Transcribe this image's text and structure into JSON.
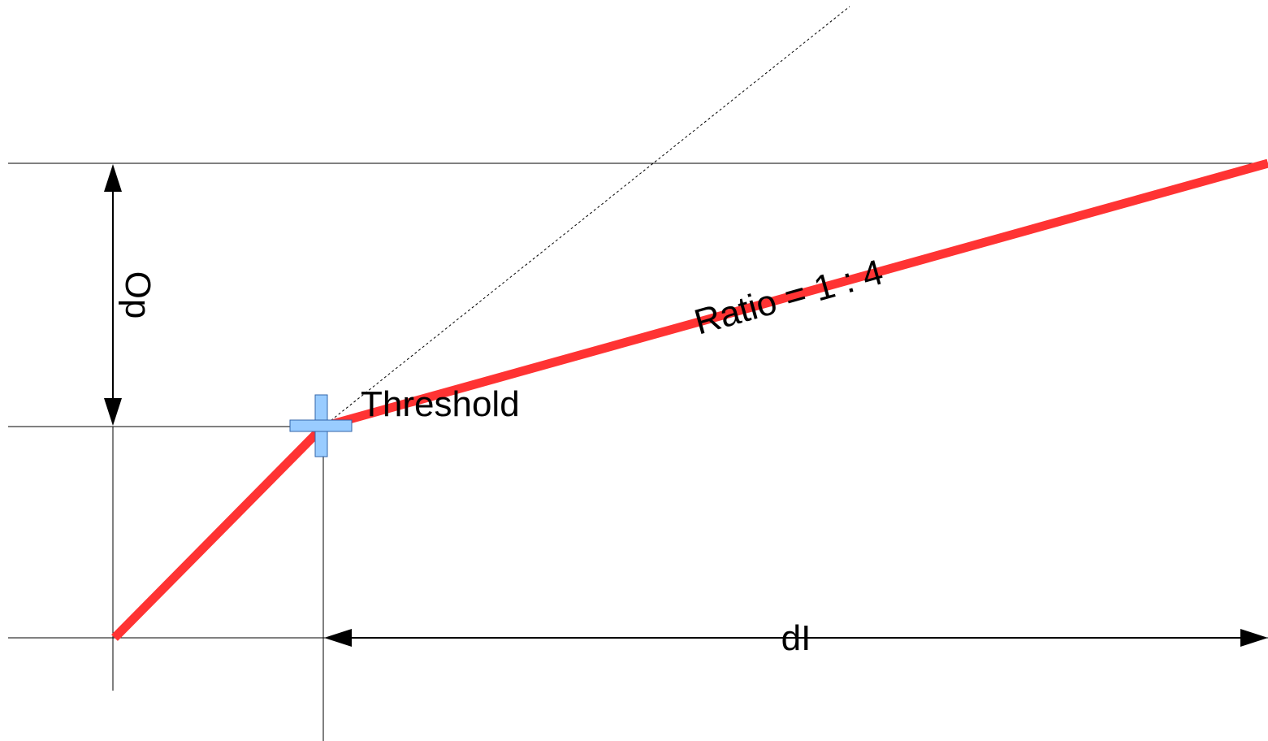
{
  "labels": {
    "threshold": "Threshold",
    "ratio": "Ratio = 1 : 4",
    "output_delta": "Op",
    "input_delta": "dI"
  },
  "colors": {
    "curve": "#ff3333",
    "threshold_marker_fill": "#99ccff",
    "threshold_marker_stroke": "#3366aa",
    "guide_line": "#000000",
    "background": "#ffffff"
  },
  "icons": {
    "threshold_marker": "cross-marker-icon"
  }
}
